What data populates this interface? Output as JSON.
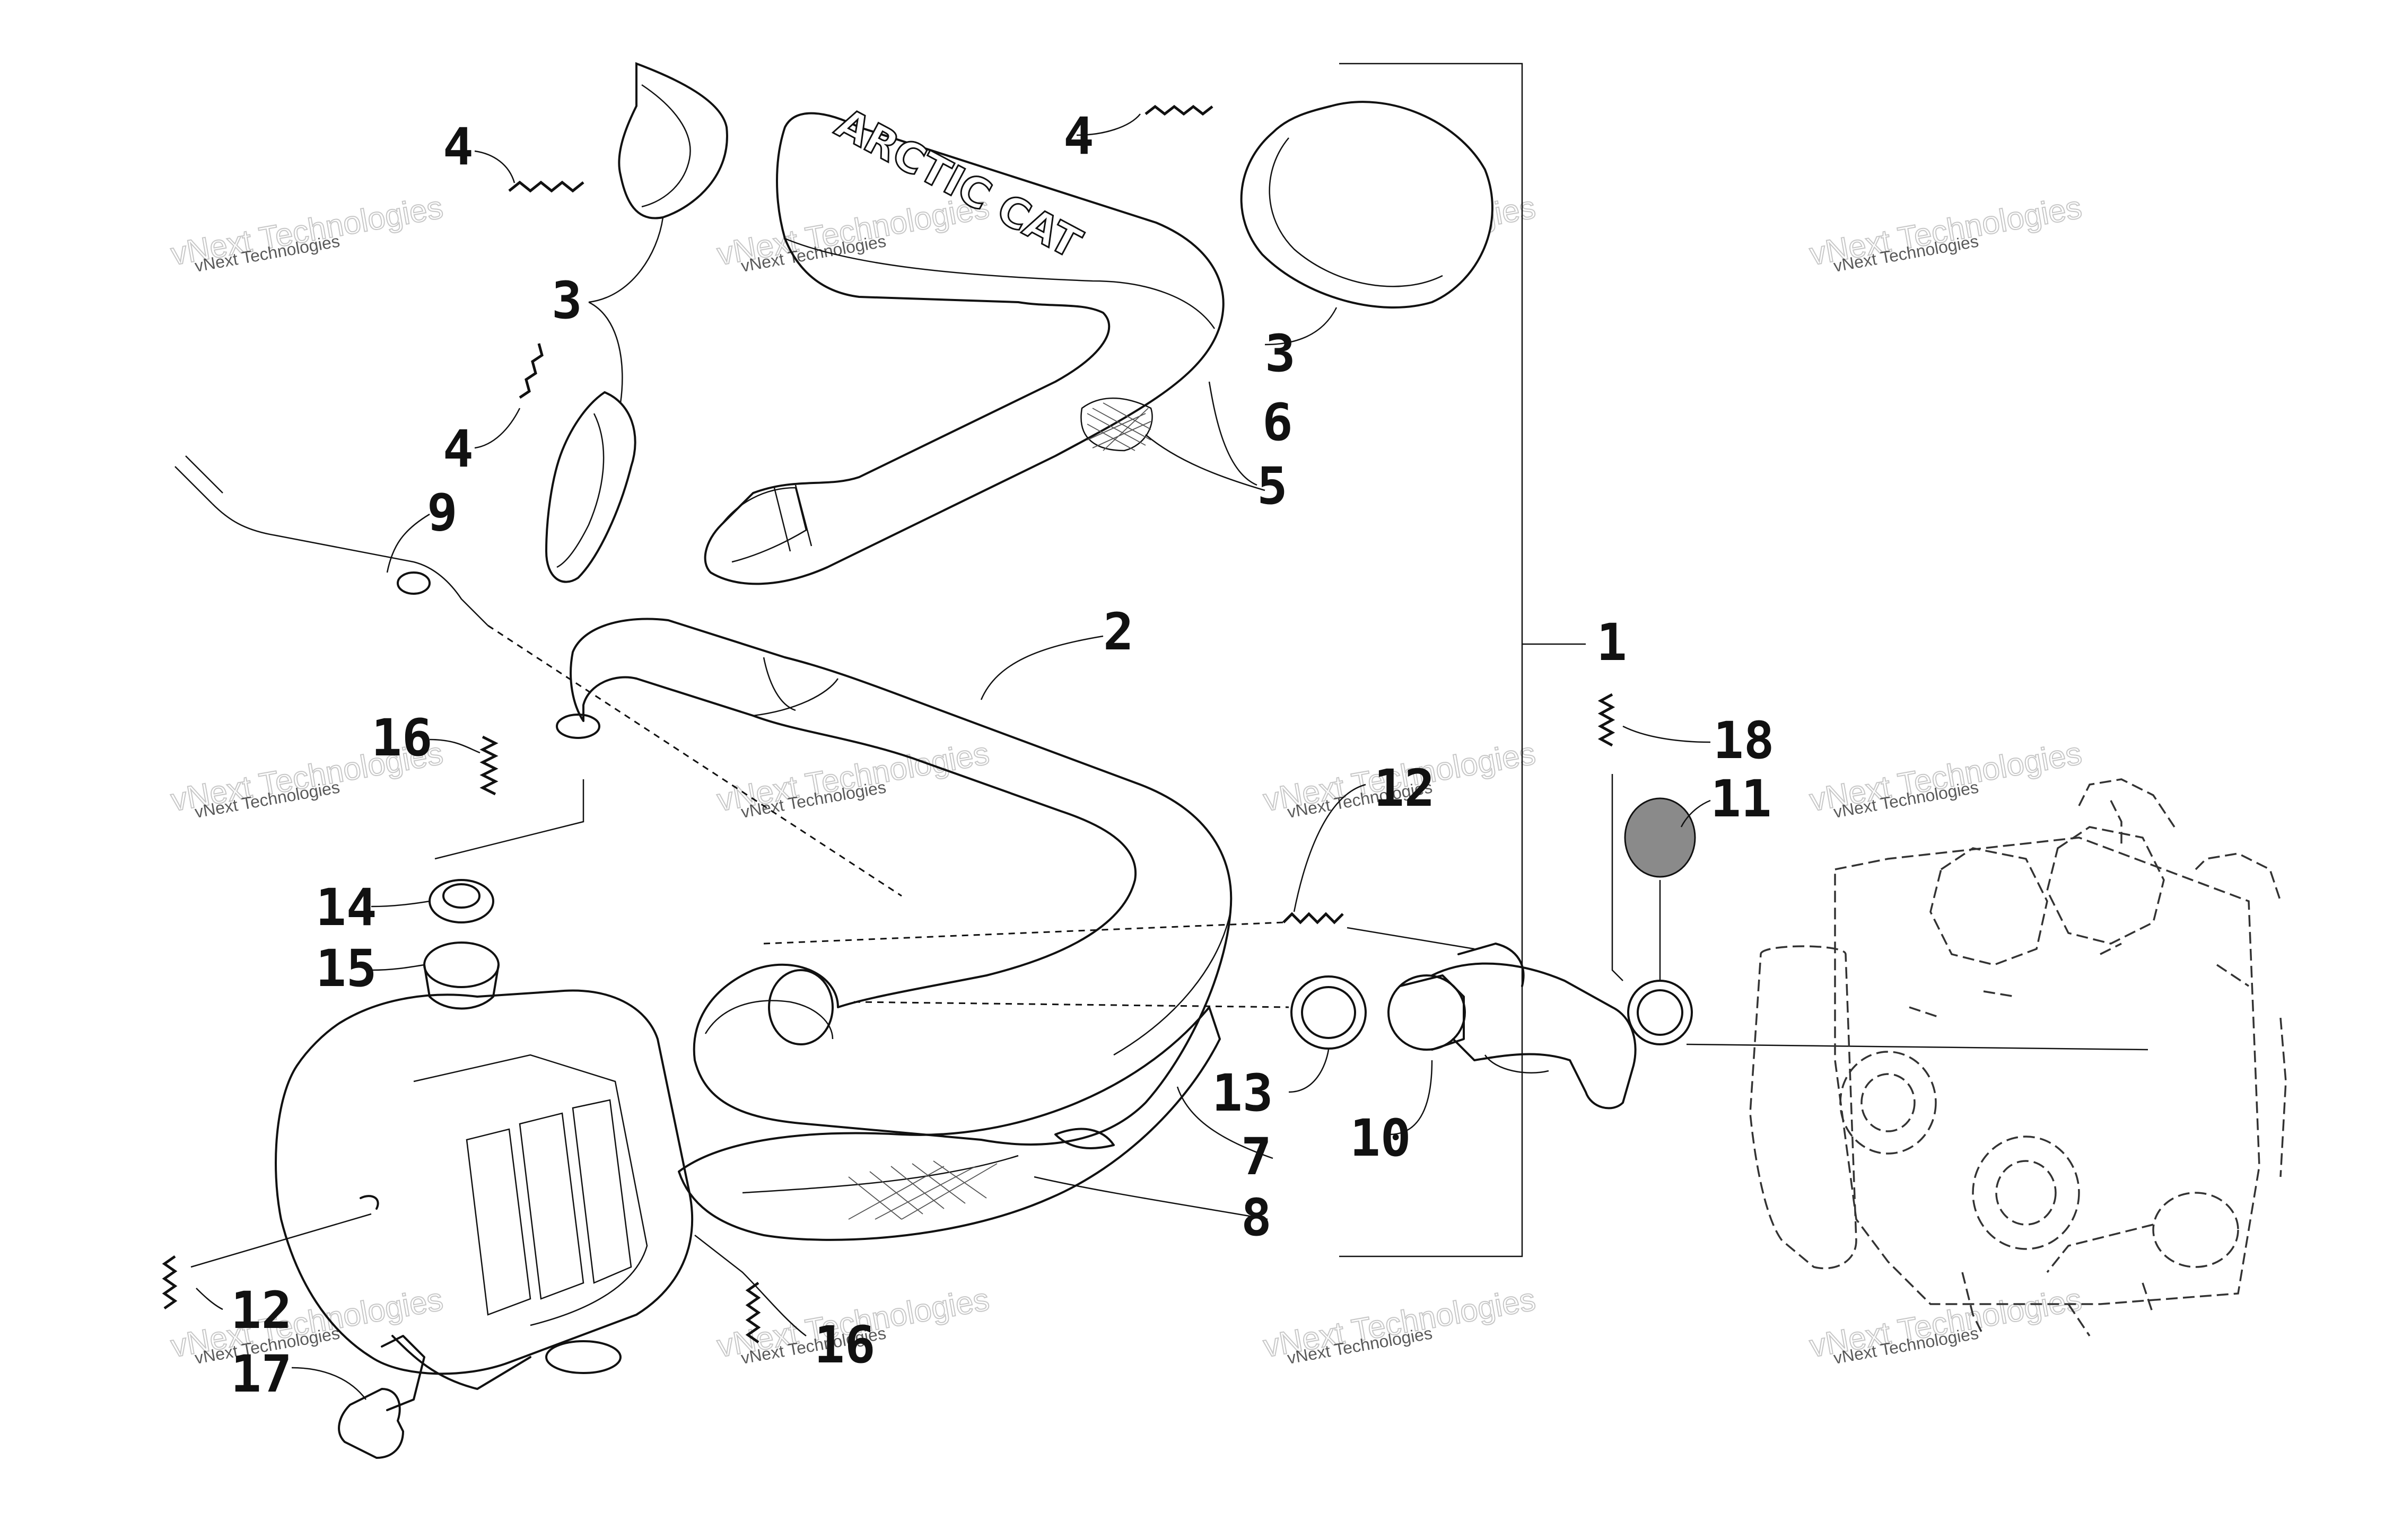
{
  "callouts": [
    {
      "label": "1"
    },
    {
      "label": "2"
    },
    {
      "label": "3"
    },
    {
      "label": "3"
    },
    {
      "label": "4"
    },
    {
      "label": "4"
    },
    {
      "label": "4"
    },
    {
      "label": "5"
    },
    {
      "label": "6"
    },
    {
      "label": "7"
    },
    {
      "label": "8"
    },
    {
      "label": "9"
    },
    {
      "label": "10"
    },
    {
      "label": "11"
    },
    {
      "label": "12"
    },
    {
      "label": "12"
    },
    {
      "label": "13"
    },
    {
      "label": "14"
    },
    {
      "label": "15"
    },
    {
      "label": "16"
    },
    {
      "label": "16"
    },
    {
      "label": "17"
    },
    {
      "label": "18"
    }
  ],
  "brand_text": "ARCTIC CAT",
  "watermark": {
    "line1": "vNext Technologies",
    "line2": "vNext Technologies"
  },
  "colors": {
    "ink": "#111111",
    "background": "#ffffff",
    "watermark": "#9a9a9a",
    "gasket_fill": "#8a8a8a"
  }
}
